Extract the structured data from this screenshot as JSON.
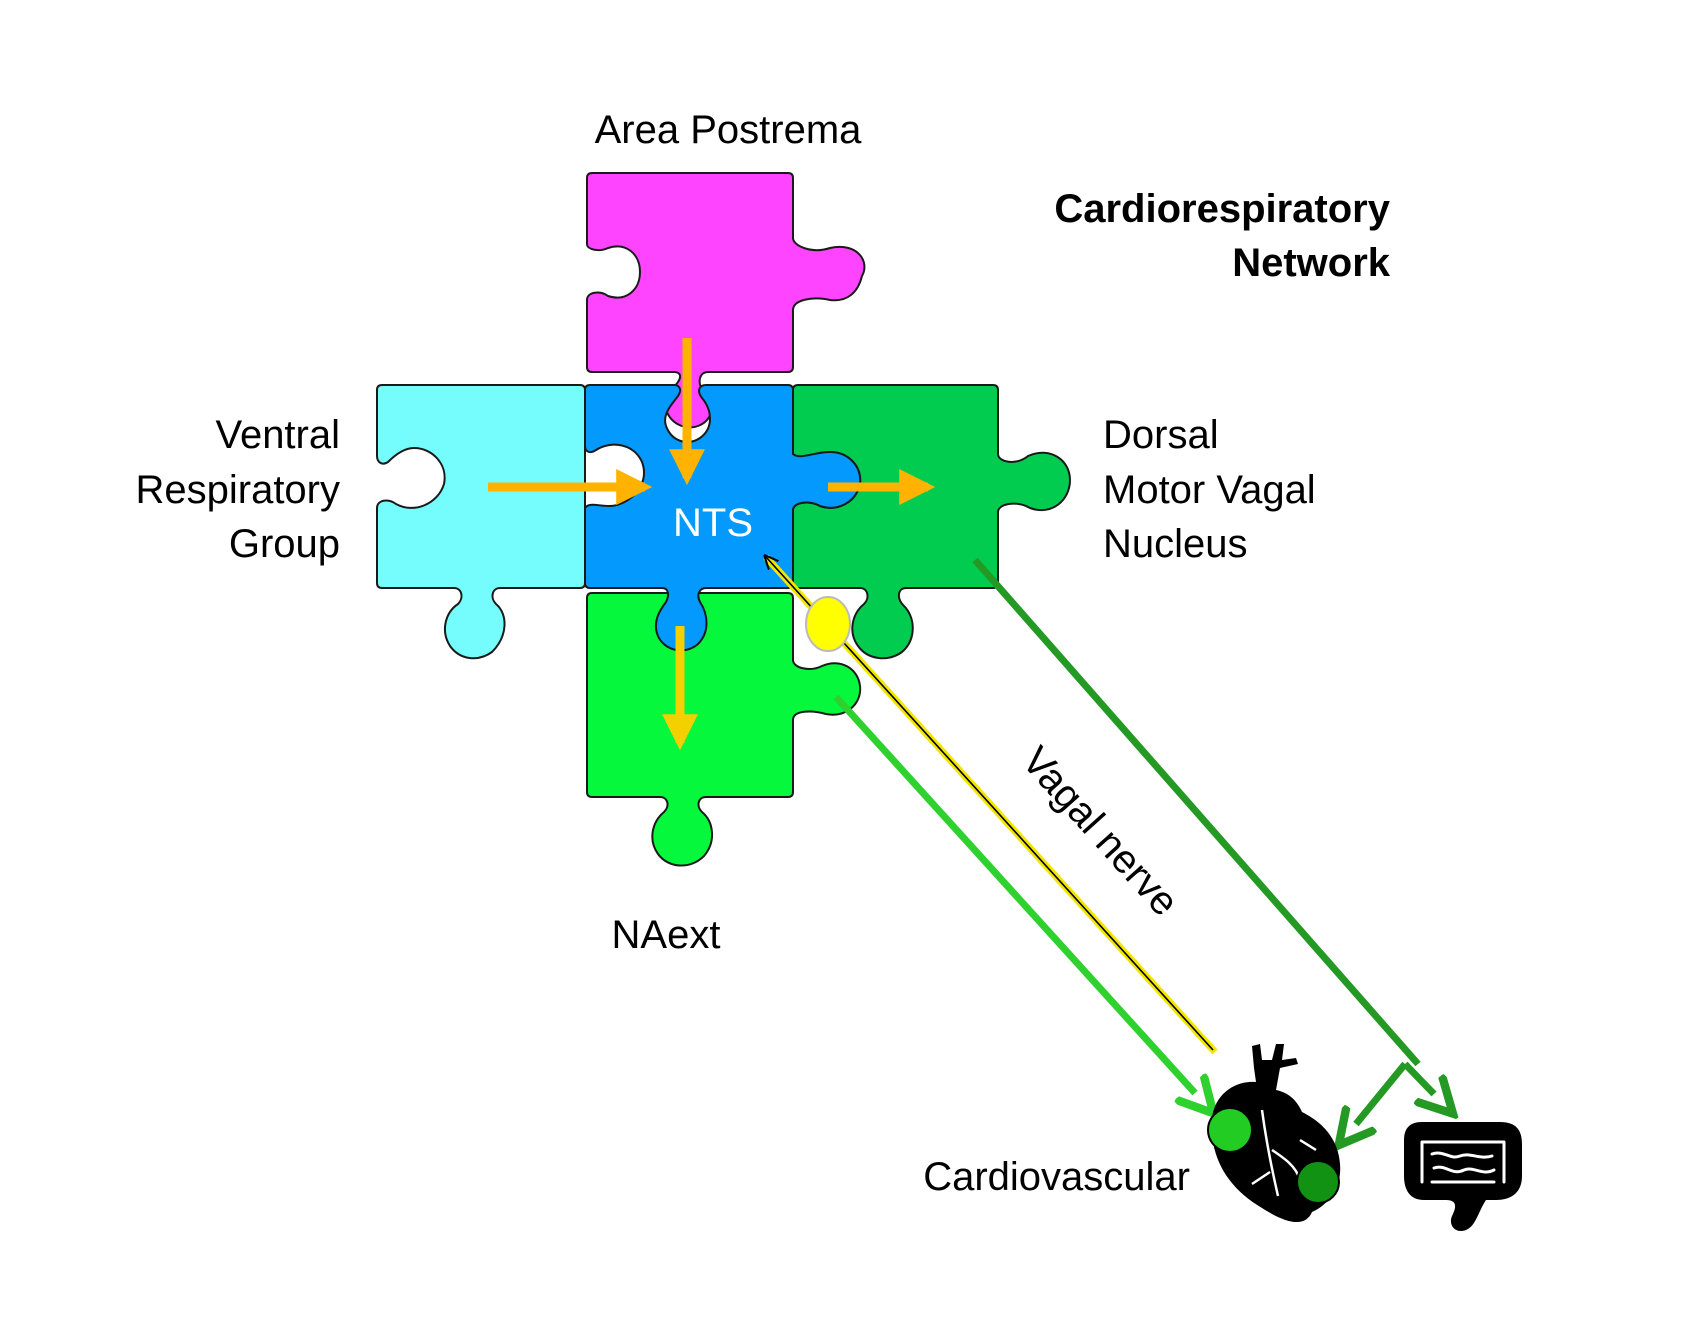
{
  "title": {
    "line1": "Cardiorespiratory",
    "line2": "Network"
  },
  "pieces": {
    "area_postrema": {
      "label": "Area Postrema",
      "color": "#ff44ff"
    },
    "nts": {
      "label": "NTS",
      "color": "#0399fd"
    },
    "ventral_respiratory_group": {
      "label_lines": [
        "Ventral",
        "Respiratory",
        "Group"
      ],
      "color": "#75fdfd"
    },
    "dorsal_motor_vagal_nucleus": {
      "label_lines": [
        "Dorsal",
        "Motor Vagal",
        "Nucleus"
      ],
      "color": "#01cc4f"
    },
    "naext": {
      "label": "NAext",
      "color": "#05f83c"
    }
  },
  "nerve_label": "Vagal nerve",
  "targets": {
    "cardiovascular_label": "Cardiovascular",
    "heart_icon": "heart-icon",
    "intestine_icon": "intestine-icon"
  },
  "colors": {
    "arrow_orange": "#ffb300",
    "arrow_yellow": "#f5d000",
    "ganglion_yellow": "#ffff00",
    "projection_light_green": "#2ed12e",
    "projection_dark_green": "#249a24",
    "cardiac_node_light": "#22cc22",
    "cardiac_node_dark": "#129212"
  }
}
